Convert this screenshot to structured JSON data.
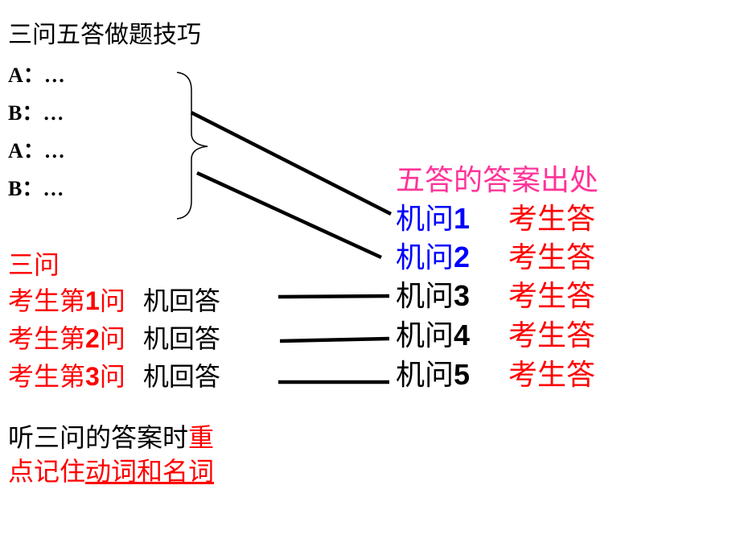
{
  "title": "三问五答做题技巧",
  "dialogue": [
    "A：…",
    "B：…",
    "A：…",
    "B：…"
  ],
  "three_questions": {
    "heading": "三问",
    "rows": [
      {
        "pre": "考生第",
        "num": "1",
        "post": "问",
        "answer": "机回答"
      },
      {
        "pre": "考生第",
        "num": "2",
        "post": "问",
        "answer": "机回答"
      },
      {
        "pre": "考生第",
        "num": "3",
        "post": "问",
        "answer": "机回答"
      }
    ]
  },
  "five_answers": {
    "heading": "五答的答案出处",
    "rows": [
      {
        "label": "机问",
        "num": "1",
        "answer": "考生答",
        "label_color": "#0000ff"
      },
      {
        "label": "机问",
        "num": "2",
        "answer": "考生答",
        "label_color": "#0000ff"
      },
      {
        "label": "机问",
        "num": "3",
        "answer": "考生答",
        "label_color": "#000000"
      },
      {
        "label": "机问",
        "num": "4",
        "answer": "考生答",
        "label_color": "#000000"
      },
      {
        "label": "机问",
        "num": "5",
        "answer": "考生答",
        "label_color": "#000000"
      }
    ]
  },
  "note": {
    "line1_black": "听三问的答案时",
    "line1_red": "重",
    "line2_red": "点记住",
    "line2_underlined": "动词和名词"
  },
  "colors": {
    "accent_red": "#ff0000",
    "heading_pink": "#ff3399",
    "question_blue": "#0000ff"
  }
}
